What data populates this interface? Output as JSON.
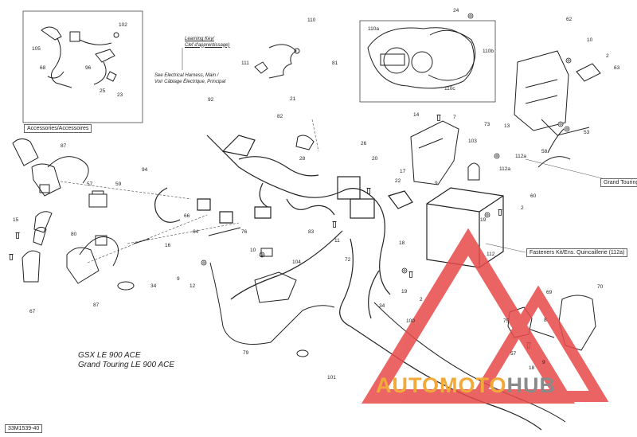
{
  "diagram": {
    "reference_code": "33M1539-40",
    "models": [
      "GSX LE 900 ACE",
      "Grand Touring LE 900 ACE"
    ],
    "boxes": {
      "accessories": "Accessories/Accessoires",
      "grand_touring": "Grand Touring",
      "fastener_kit": "Fasteners Kit/Ens. Quincaillerie (112a)"
    },
    "notes": {
      "learning_key_1": "Learning Key/",
      "learning_key_2": "Clef d'apprentissage)",
      "harness_1": "See Electrical Harness, Main /",
      "harness_2": "Voir Câblage Électrique, Principal"
    },
    "part_labels": [
      {
        "id": "p1",
        "text": "24"
      },
      {
        "id": "p2",
        "text": "110"
      },
      {
        "id": "p3",
        "text": "110a"
      },
      {
        "id": "p4",
        "text": "110b"
      },
      {
        "id": "p5",
        "text": "110c"
      },
      {
        "id": "p6",
        "text": "62"
      },
      {
        "id": "p7",
        "text": "10"
      },
      {
        "id": "p8",
        "text": "2"
      },
      {
        "id": "p9",
        "text": "63"
      },
      {
        "id": "p10",
        "text": "13"
      },
      {
        "id": "p11",
        "text": "53"
      },
      {
        "id": "p12",
        "text": "102"
      },
      {
        "id": "p13",
        "text": "105"
      },
      {
        "id": "p14",
        "text": "68"
      },
      {
        "id": "p15",
        "text": "96"
      },
      {
        "id": "p16",
        "text": "25"
      },
      {
        "id": "p17",
        "text": "23"
      },
      {
        "id": "p18",
        "text": "111"
      },
      {
        "id": "p19",
        "text": "81"
      },
      {
        "id": "p20",
        "text": "21"
      },
      {
        "id": "p21",
        "text": "92"
      },
      {
        "id": "p22",
        "text": "82"
      },
      {
        "id": "p23",
        "text": "14"
      },
      {
        "id": "p24",
        "text": "7"
      },
      {
        "id": "p25",
        "text": "73"
      },
      {
        "id": "p26",
        "text": "103"
      },
      {
        "id": "p27",
        "text": "112a"
      },
      {
        "id": "p28",
        "text": "112a"
      },
      {
        "id": "p29",
        "text": "58"
      },
      {
        "id": "p30",
        "text": "87"
      },
      {
        "id": "p31",
        "text": "26"
      },
      {
        "id": "p32",
        "text": "20"
      },
      {
        "id": "p33",
        "text": "28"
      },
      {
        "id": "p34",
        "text": "94"
      },
      {
        "id": "p35",
        "text": "57"
      },
      {
        "id": "p36",
        "text": "59"
      },
      {
        "id": "p37",
        "text": "66"
      },
      {
        "id": "p38",
        "text": "76"
      },
      {
        "id": "p39",
        "text": "64"
      },
      {
        "id": "p40",
        "text": "83"
      },
      {
        "id": "p41",
        "text": "11"
      },
      {
        "id": "p42",
        "text": "22"
      },
      {
        "id": "p43",
        "text": "17"
      },
      {
        "id": "p44",
        "text": "9"
      },
      {
        "id": "p45",
        "text": "60"
      },
      {
        "id": "p46",
        "text": "2"
      },
      {
        "id": "p47",
        "text": "19"
      },
      {
        "id": "p48",
        "text": "15"
      },
      {
        "id": "p49",
        "text": "80"
      },
      {
        "id": "p50",
        "text": "16"
      },
      {
        "id": "p51",
        "text": "10"
      },
      {
        "id": "p52",
        "text": "104"
      },
      {
        "id": "p53",
        "text": "72"
      },
      {
        "id": "p54",
        "text": "18"
      },
      {
        "id": "p55",
        "text": "112"
      },
      {
        "id": "p56",
        "text": "67"
      },
      {
        "id": "p57",
        "text": "87"
      },
      {
        "id": "p58",
        "text": "34"
      },
      {
        "id": "p59",
        "text": "9"
      },
      {
        "id": "p60",
        "text": "12"
      },
      {
        "id": "p61",
        "text": "19"
      },
      {
        "id": "p62",
        "text": "2"
      },
      {
        "id": "p63",
        "text": "34"
      },
      {
        "id": "p64",
        "text": "100"
      },
      {
        "id": "p65",
        "text": "79"
      },
      {
        "id": "p66",
        "text": "70"
      },
      {
        "id": "p67",
        "text": "75"
      },
      {
        "id": "p68",
        "text": "69"
      },
      {
        "id": "p69",
        "text": "57"
      },
      {
        "id": "p70",
        "text": "18"
      },
      {
        "id": "p71",
        "text": "101"
      },
      {
        "id": "p72",
        "text": "8"
      },
      {
        "id": "p73",
        "text": "9"
      }
    ]
  },
  "watermark": {
    "brand_part1": "AUTOMOTO",
    "brand_part2": "HUB",
    "color_part1": "#f2a93b",
    "color_part2": "#8a8a8a",
    "triangle_color": "#e84a4a"
  }
}
